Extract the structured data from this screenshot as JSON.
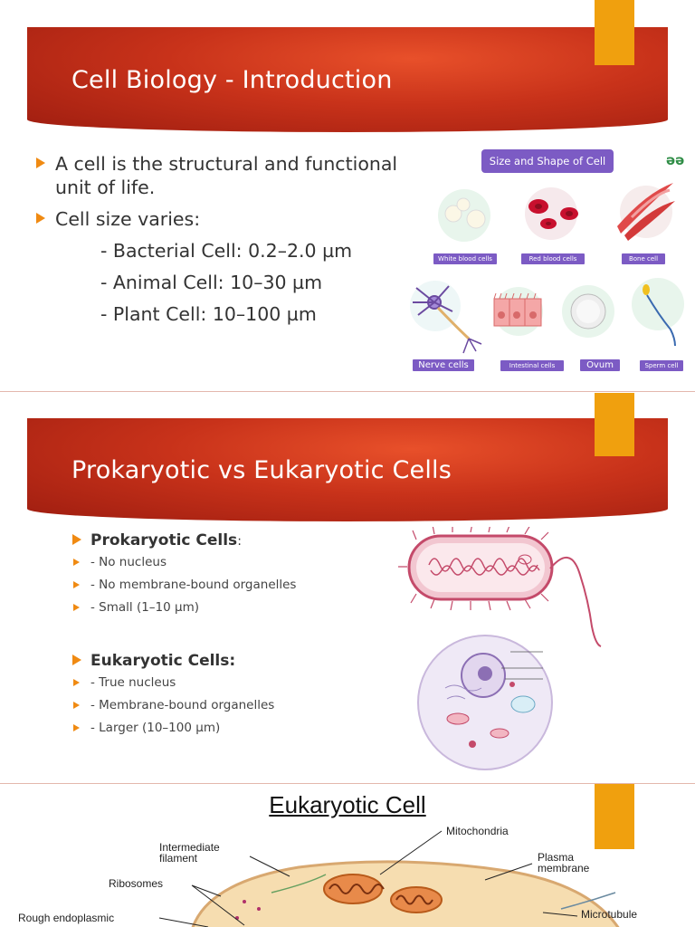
{
  "slide1": {
    "title": "Cell Biology - Introduction",
    "bullet1": "A cell is the structural and functional unit of life.",
    "bullet2": "Cell size varies:",
    "sizes": [
      "- Bacterial Cell: 0.2–2.0 µm",
      "- Animal Cell: 10–30 µm",
      "- Plant Cell: 10–100 µm"
    ],
    "figure": {
      "heading": "Size and Shape of Cell",
      "brand": "ǝǝ",
      "labels": [
        "White blood cells",
        "Red blood cells",
        "Bone cell",
        "Nerve cells",
        "Intestinal cells",
        "Ovum",
        "Sperm cell"
      ]
    }
  },
  "slide2": {
    "title": "Prokaryotic vs Eukaryotic Cells",
    "prokaryotic": {
      "heading": "Prokaryotic Cells",
      "colon": ":",
      "items": [
        "- No nucleus",
        "- No membrane-bound organelles",
        "- Small (1–10 µm)"
      ]
    },
    "eukaryotic": {
      "heading": "Eukaryotic Cells:",
      "items": [
        "- True nucleus",
        "- Membrane-bound organelles",
        "- Larger (10–100 µm)"
      ]
    }
  },
  "slide3": {
    "title": "Eukaryotic Cell ",
    "labels": {
      "intermediate": "Intermediate",
      "filament": "filament",
      "ribosomes": "Ribosomes",
      "rough": "Rough endoplasmic",
      "mitochondria": "Mitochondria",
      "plasma": "Plasma",
      "membrane": "membrane",
      "microtubule": "Microtubule"
    }
  },
  "colors": {
    "banner_dark": "#9e1d10",
    "banner_light": "#e8502a",
    "accent_tab": "#f0a00e",
    "bullet": "#f08a12",
    "figure_label": "#7c5bc4"
  }
}
